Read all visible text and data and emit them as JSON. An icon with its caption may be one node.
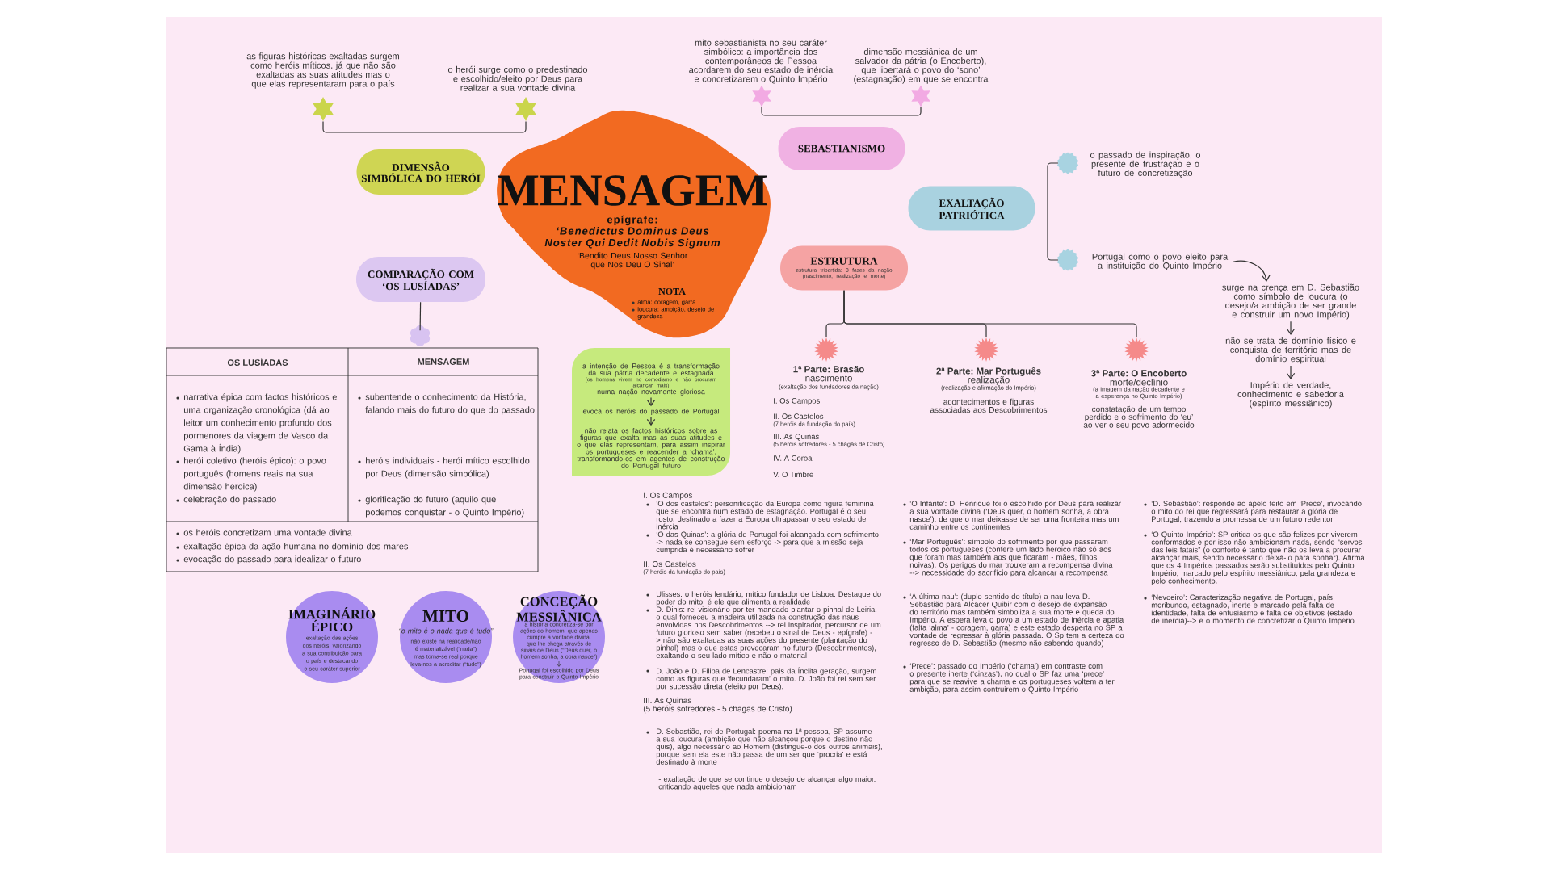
{
  "diagram": {
    "nodes": [
      {
        "text": [],
        "shape": "star",
        "beside": [
          "as figuras históricas exaltadas surgem como heróis míticos, já que não são exaltadas as suas atitudes mas o que elas representaram para o país"
        ]
      },
      {
        "text": [],
        "shape": "star",
        "beside": [
          "o herói surge como o predestinado e escolhido/eleito por Deus para realizar a sua vontade divina"
        ]
      },
      {
        "text": [],
        "shape": "star",
        "beside": [
          "mito sebastianista no seu caráter simbólico: a importância dos contemporâneos de Pessoa acordarem do seu estado de inércia e concretizarem o Quinto Império"
        ]
      },
      {
        "text": [],
        "shape": "star",
        "beside": [
          "dimensão messiânica de um salvador da pátria (o Encoberto), que libertará o povo do ‘sono’ (estagnação) em que se encontra"
        ]
      },
      {
        "text": [
          "DIMENSÃO SIMBÓLICA DO HERÓI"
        ]
      },
      {
        "text": [
          "MENSAGEM",
          "epígrafe:",
          "‘Benedictus Dominus Deus Noster Qui Dedit Nobis Signum",
          "‘Bendito Deus Nosso Senhor que Nos Deu O Sinal’",
          "NOTA",
          "alma: coragem, garra",
          "loucura: ambição, desejo de grandeza"
        ]
      },
      {
        "text": [
          "SEBASTIANISMO"
        ]
      },
      {
        "text": [],
        "shape": "circle"
      },
      {
        "text": [
          "o passado de inspiração, o presente de frustração e o futuro de concretização"
        ]
      },
      {
        "text": [
          "EXALTAÇÃO PATRIÓTICA"
        ]
      },
      {
        "text": [
          "COMPARAÇÃO COM ‘OS LUSÍADAS’"
        ]
      },
      {
        "text": [
          "ESTRUTURA",
          "estrutura tripartida: 3 fases da nação (nascimento, realização e morte)"
        ]
      },
      {
        "text": [],
        "shape": "circle"
      },
      {
        "text": [
          "Portugal como o povo eleito para a instituição do Quinto Império"
        ]
      },
      {
        "text": [
          "surge na crença em D. Sebastião como símbolo de loucura (o desejo/a ambição de ser grande e construir um novo Império)"
        ]
      },
      {
        "text": [],
        "shape": "flower"
      },
      {
        "text": [],
        "shape": "starburst",
        "beside": [
          "1ª Parte: Brasão",
          "nascimento",
          "(exaltação dos fundadores da nação)",
          "I. Os Campos",
          "II. Os Castelos",
          "(7 heróis da fundação do país)",
          "III. As Quinas",
          "(5 heróis sofredores - 5 chagas de Cristo)",
          "IV. A Coroa",
          "V. O Timbre"
        ]
      },
      {
        "text": [],
        "shape": "starburst",
        "beside": [
          "2ª Parte: Mar Português",
          "realização",
          "(realização e afirmação do Império)",
          "acontecimentos e figuras associadas aos Descobrimentos"
        ]
      },
      {
        "text": [],
        "shape": "starburst",
        "beside": [
          "3ª Parte: O Encoberto",
          "morte/declínio",
          "(a imagem da nação decadente e a esperança no Quinto Império)",
          "constatação de um tempo perdido e o sofrimento do ‘eu’ ao ver o seu povo adormecido"
        ]
      },
      {
        "text": [
          "não se trata de domínio físico e conquista de território mas de domínio espiritual"
        ]
      },
      {
        "text": [
          "Império de verdade, conhecimento e sabedoria (espírito messiânico)"
        ]
      },
      {
        "text": [],
        "shape": "box"
      },
      {
        "text": [
          "a intenção de Pessoa é a transformação da sua pátria decadente e estagnada",
          "(os homens vivem no comodismo e não procuram alcançar mais)",
          "numa nação novamente gloriosa"
        ],
        "in": 21
      },
      {
        "text": [
          "evoca os heróis do passado de Portugal"
        ],
        "in": 21
      },
      {
        "text": [
          "não relata os factos históricos sobre as figuras que exalta mas as suas atitudes e o que elas representam, para assim inspirar os portugueses e reacender a ‘chama’, transformando-os em agentes de construção do Portugal futuro"
        ],
        "in": 21
      },
      {
        "text": [
          "IMAGINÁRIO ÉPICO",
          "exaltação das ações dos heróis, valorizando a sua contribuição para o país e destacando o seu caráter superior"
        ]
      },
      {
        "text": [
          "MITO",
          "“o mito é o nada que é tudo”",
          "não existe na realidade/não é materializável (“nada”) mas torna-se real porque leva-nos a acreditar (“tudo”)"
        ]
      },
      {
        "text": [
          "CONCEÇÃO MESSIÂNICA",
          "a história concretiza-se por ações do homem, que apenas cumpre a vontade divina, que lhe chega através de sinais de Deus (“Deus quer, o homem sonha, a obra nasce”)",
          "Portugal foi escolhido por Deus para construir o Quinto Império"
        ]
      }
    ],
    "edges": [
      {
        "from": 0,
        "to": 1,
        "arrow": "none"
      },
      {
        "from": 2,
        "to": 3,
        "arrow": "none"
      },
      {
        "from": 7,
        "to": 12,
        "arrow": "none"
      },
      {
        "from": 10,
        "to": 15,
        "arrow": "none"
      },
      {
        "from": 11,
        "to": 16,
        "arrow": "none"
      },
      {
        "from": 11,
        "to": 17,
        "arrow": "none"
      },
      {
        "from": 11,
        "to": 18,
        "arrow": "none"
      },
      {
        "from": 13,
        "to": 14,
        "arrow": "to"
      },
      {
        "from": 14,
        "to": 19,
        "arrow": "to"
      },
      {
        "from": 19,
        "to": 20,
        "arrow": "to"
      },
      {
        "from": 22,
        "to": 23,
        "arrow": "to"
      },
      {
        "from": 23,
        "to": 24,
        "arrow": "to"
      }
    ],
    "labels": [
      "OS LUSÍADAS",
      "MENSAGEM",
      "narrativa épica com factos históricos e uma organização cronológica (dá ao leitor um conhecimento profundo dos pormenores da viagem de Vasco da Gama à Índia)",
      "herói coletivo (heróis épico): o povo português (homens reais na sua dimensão heroica)",
      "celebração do passado",
      "subentende o conhecimento da História, falando mais do futuro do que do passado",
      "heróis individuais - herói mítico escolhido por Deus (dimensão simbólica)",
      "glorificação do futuro (aquilo que podemos conquistar - o Quinto Império)",
      "os heróis concretizam uma vontade divina",
      "exaltação épica da ação humana no domínio dos mares",
      "evocação do passado para idealizar o futuro",
      "I. Os Campos",
      "‘O dos castelos’: personificação da Europa como figura feminina que se encontra num estado de estagnação. Portugal é o seu rosto, destinado a fazer a Europa ultrapassar o seu estado de inércia",
      "‘O das Quinas’: a glória de Portugal foi alcançada com sofrimento -> nada se consegue sem esforço -> para que a missão seja cumprida é necessário sofrer",
      "II. Os Castelos",
      "(7 heróis da fundação do país)",
      "Ulisses: o heróis lendário, mítico fundador de Lisboa. Destaque do poder do mito: é ele que alimenta a realidade",
      "D. Dinis: rei visionário por ter mandado plantar o pinhal de Leiria, o qual forneceu a madeira utilizada na construção das naus envolvidas nos Descobrimentos --> rei inspirador, percursor de um futuro glorioso sem saber (recebeu o sinal de Deus - epígrafe) -> não são exaltadas as suas ações do presente (plantação do pinhal) mas o que estas provocaram no futuro (Descobrimentos), exaltando o seu lado mítico e não o material",
      "D. João e D. Filipa de Lencastre: pais da Ínclita geração, surgem como as figuras que ‘fecundaram’ o mito. D. João foi rei sem ser por sucessão direta (eleito por Deus).",
      "III. As Quinas",
      "(5 heróis sofredores - 5 chagas de Cristo)",
      "D. Sebastião, rei de Portugal: poema na 1ª pessoa, SP assume a sua loucura (ambição que não alcançou porque o destino não quis), algo necessário ao Homem (distingue-o dos outros animais), porque sem ela este não passa de um ser que ‘procria’ e está destinado à morte",
      "- exaltação de que se continue o desejo de alcançar algo maior, criticando aqueles que nada ambicionam",
      "‘O Infante’: D. Henrique foi o escolhido por Deus para realizar a sua vontade divina (‘Deus quer, o homem sonha, a obra nasce’), de que o mar deixasse de ser uma fronteira mas um caminho entre os continentes",
      "‘Mar Português’: símbolo do sofrimento por que passaram todos os portugueses (confere um lado heroico não só aos que foram mas também aos que ficaram - mães, filhos, noivas). Os perigos do mar trouxeram a recompensa divina --> necessidade do sacrifício para alcançar a recompensa",
      "‘A última nau’: (duplo sentido do título) a nau leva D. Sebastião para Alcácer Quibir com o desejo de expansão do território mas também simboliza a sua morte e queda do Império. A espera leva o povo a um estado de inércia e apatia (falta ‘alma’ - coragem, garra) e este estado desperta no SP a vontade de regressar à glória passada. O Sp tem a certeza do regresso de D. Sebastião (mesmo não sabendo quando)",
      "‘Prece’: passado do Império (‘chama’) em contraste com o presente inerte (‘cinzas’), no qual o SP faz uma ‘prece’ para que se reavive a chama e os portugueses voltem a ter ambição, para assim contruirem o Quinto Império",
      "‘D. Sebastião’: responde ao apelo feito em ‘Prece’, invocando o mito do rei que regressará para restaurar a glória de Portugal, trazendo a promessa de um futuro redentor",
      "‘O Quinto Império’: SP critica os que são felizes por viverem conformados e por isso não ambicionam nada, sendo “servos das leis fatais” (o conforto é tanto que não os leva a procurar alcançar mais, sendo necessário deixá-lo para sonhar). Afirma que os 4 Impérios passados serão substituídos pelo Quinto Império, marcado pelo espírito messiânico, pela grandeza e pelo conhecimento.",
      "‘Nevoeiro’: Caracterização negativa de Portugal, país moribundo, estagnado, inerte e marcado pela falta de identidade, falta de entusiasmo e falta de objetivos (estado de inércia)--> é o momento de concretizar o Quinto Império"
    ]
  }
}
